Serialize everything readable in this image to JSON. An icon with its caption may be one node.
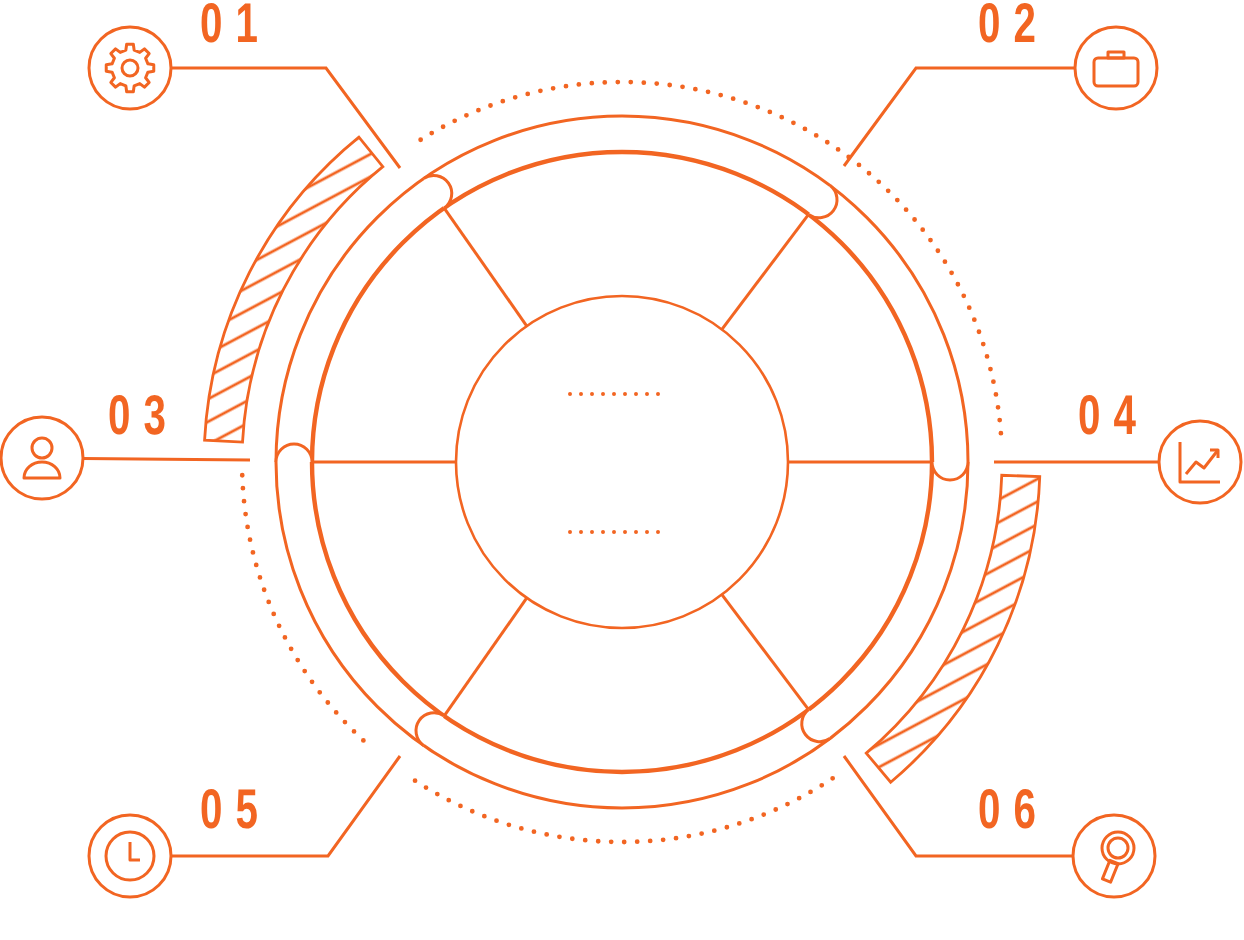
{
  "diagram": {
    "nodes": [
      {
        "text": [],
        "shape": "circle",
        "beside": [
          "01"
        ]
      },
      {
        "text": [],
        "shape": "circle",
        "beside": [
          "02"
        ]
      },
      {
        "text": [],
        "shape": "circle",
        "beside": [
          "03"
        ]
      },
      {
        "text": [],
        "shape": "circle",
        "beside": [
          "04"
        ]
      },
      {
        "text": [],
        "shape": "circle",
        "beside": [
          "05"
        ]
      },
      {
        "text": [],
        "shape": "circle",
        "beside": [
          "06"
        ]
      }
    ],
    "edges": [
      {
        "from": 0,
        "to": null,
        "arrow": "none"
      },
      {
        "from": 1,
        "to": null,
        "arrow": "none"
      },
      {
        "from": 2,
        "to": null,
        "arrow": "none"
      },
      {
        "from": 3,
        "to": null,
        "arrow": "none"
      },
      {
        "from": 4,
        "to": null,
        "arrow": "none"
      },
      {
        "from": 5,
        "to": null,
        "arrow": "none"
      }
    ]
  }
}
